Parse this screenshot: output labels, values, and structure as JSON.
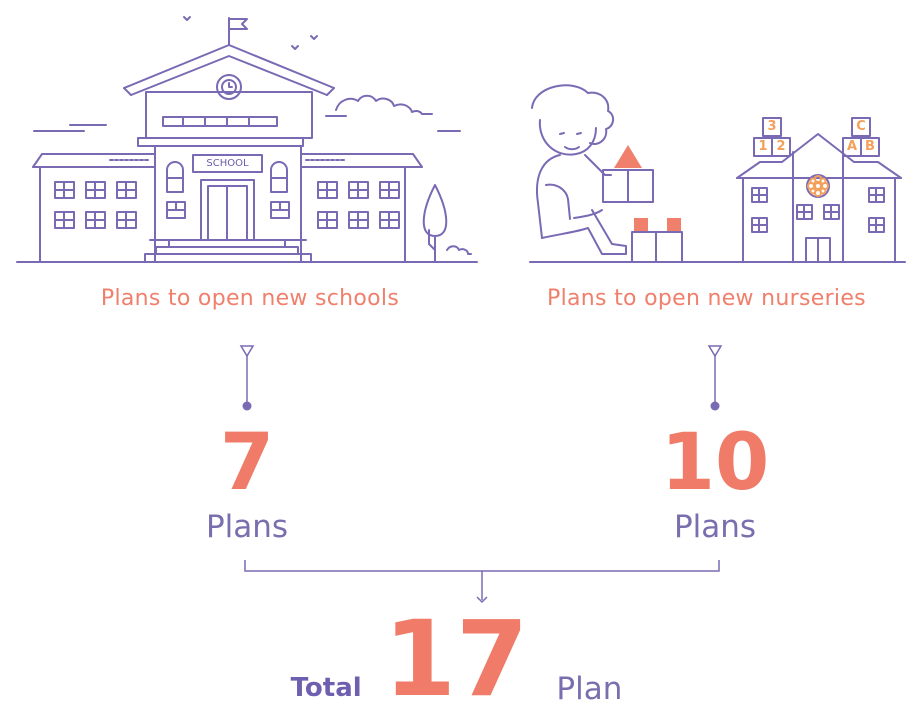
{
  "colors": {
    "line": "#7a6ab4",
    "accent": "#f07f6c",
    "accent_orange": "#f4a05a"
  },
  "school": {
    "sign": "SCHOOL",
    "caption": "Plans to open new schools",
    "count": "7",
    "unit": "Plans"
  },
  "nursery": {
    "caption": "Plans to open new nurseries",
    "count": "10",
    "unit": "Plans",
    "blocks": [
      "3",
      "1",
      "2",
      "C",
      "A",
      "B"
    ]
  },
  "total": {
    "label": "Total",
    "count": "17",
    "unit": "Plan"
  }
}
